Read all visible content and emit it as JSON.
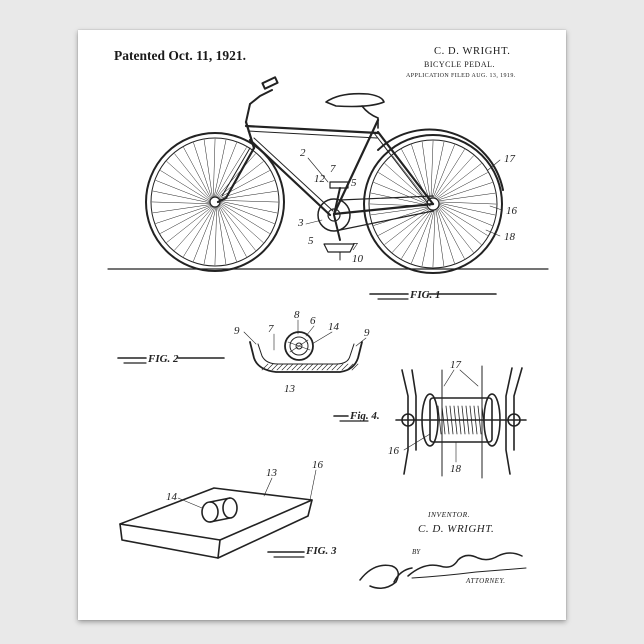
{
  "header": {
    "patent_date": "Patented Oct. 11, 1921.",
    "inventor_name": "C. D. WRIGHT.",
    "invention_title": "BICYCLE PEDAL.",
    "application_line": "APPLICATION FILED AUG. 13, 1919."
  },
  "figures": {
    "fig1": {
      "caption": "FIG. 1",
      "labels": [
        "2",
        "7",
        "12",
        "5",
        "3",
        "5",
        "7",
        "10",
        "17",
        "16",
        "18"
      ]
    },
    "fig2": {
      "caption": "FIG. 2",
      "labels": [
        "9",
        "7",
        "8",
        "6",
        "14",
        "9",
        "13"
      ]
    },
    "fig3": {
      "caption": "FIG. 3",
      "labels": [
        "13",
        "16",
        "14"
      ]
    },
    "fig4": {
      "caption": "Fig. 4.",
      "labels": [
        "17",
        "16",
        "18"
      ]
    }
  },
  "signature_block": {
    "inventor_label": "INVENTOR.",
    "inventor_signature": "C. D. WRIGHT.",
    "by_label": "BY",
    "attorney_label": "ATTORNEY."
  },
  "colors": {
    "paper": "#ffffff",
    "ink": "#222222",
    "background": "#e9e9e9"
  }
}
